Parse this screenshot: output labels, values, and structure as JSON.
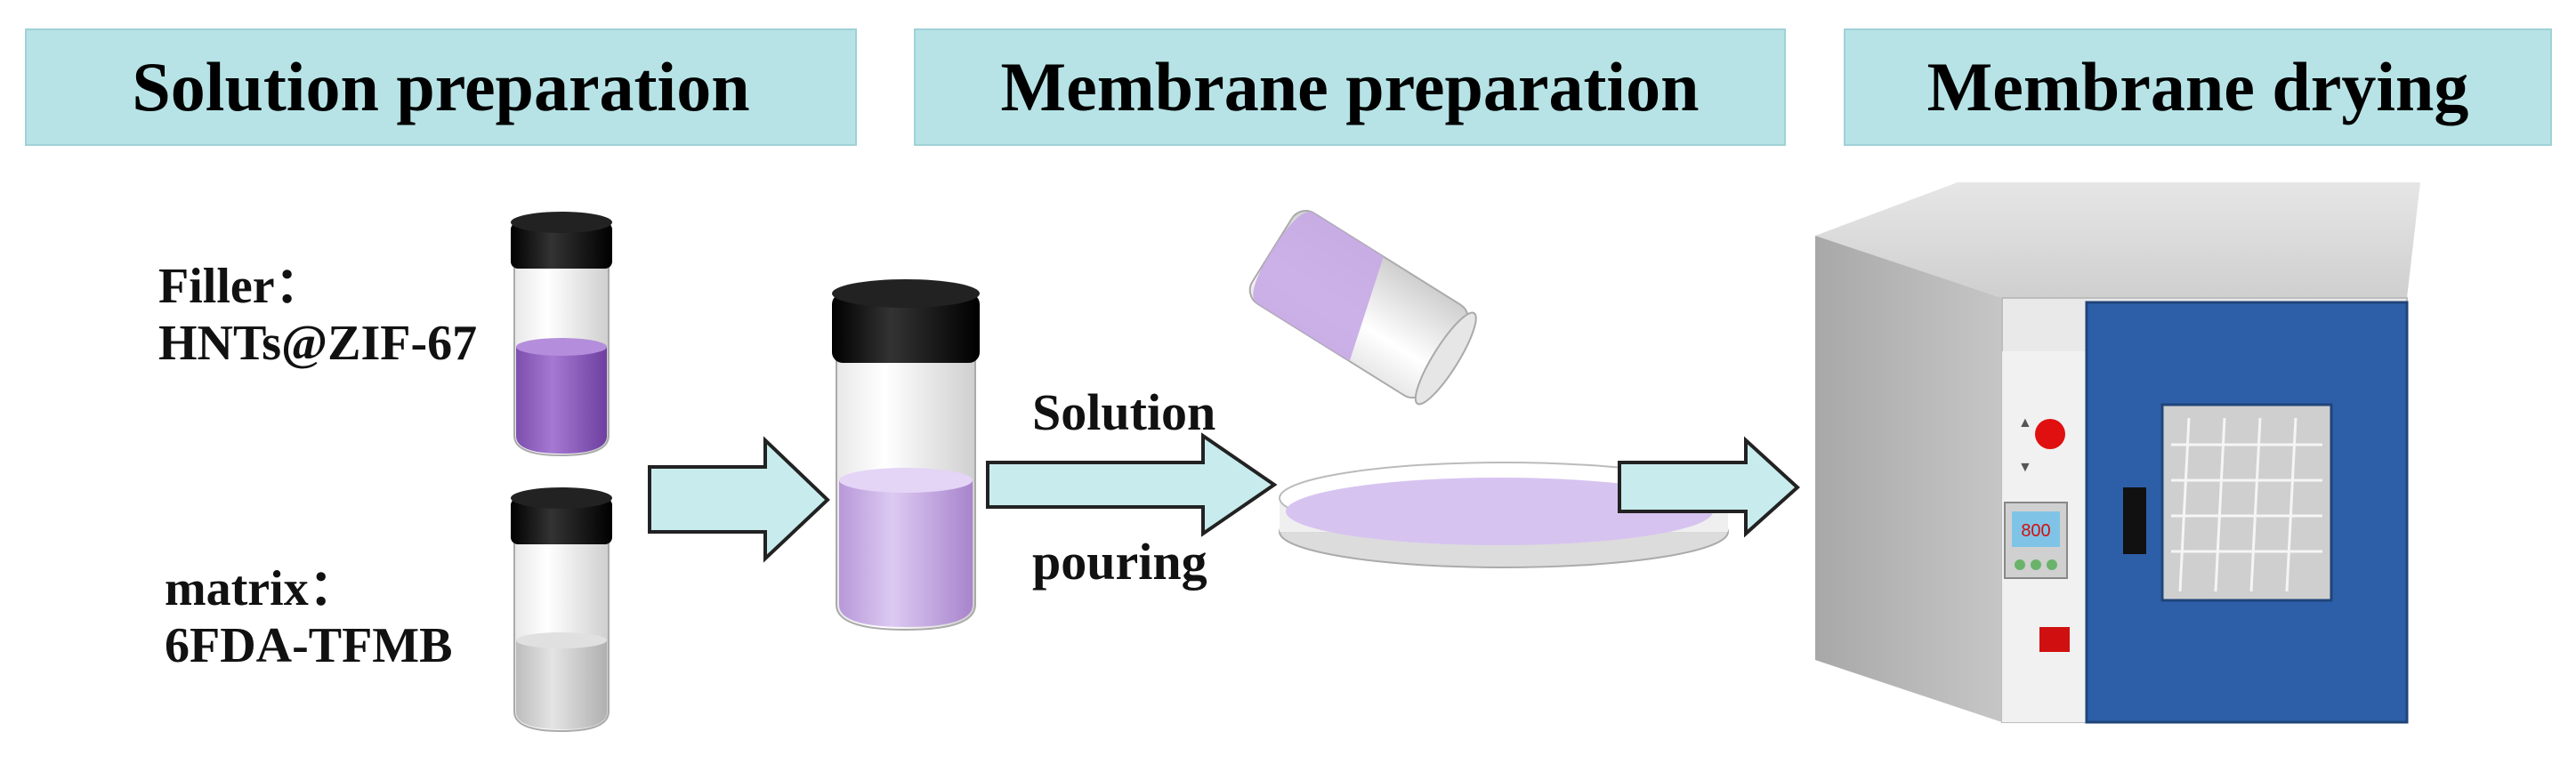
{
  "steps": [
    {
      "title": "Solution preparation"
    },
    {
      "title": "Membrane preparation"
    },
    {
      "title": "Membrane drying"
    }
  ],
  "filler": {
    "label": "Filler：",
    "material": "HNTs@ZIF-67"
  },
  "matrix": {
    "label": "matrix：",
    "material": "6FDA-TFMB"
  },
  "pour_step": {
    "line1": "Solution",
    "line2": "pouring"
  },
  "oven": {
    "display_value": "800"
  },
  "colors": {
    "header_bg": "#b7e3e6",
    "arrow_fill": "#c8ecee",
    "filler_liquid": "#9b6bc6",
    "mixed_liquid": "#d2b8ec",
    "oven_body": "#d7d7d7",
    "oven_door": "#2d5fa8",
    "cap": "#111111"
  }
}
